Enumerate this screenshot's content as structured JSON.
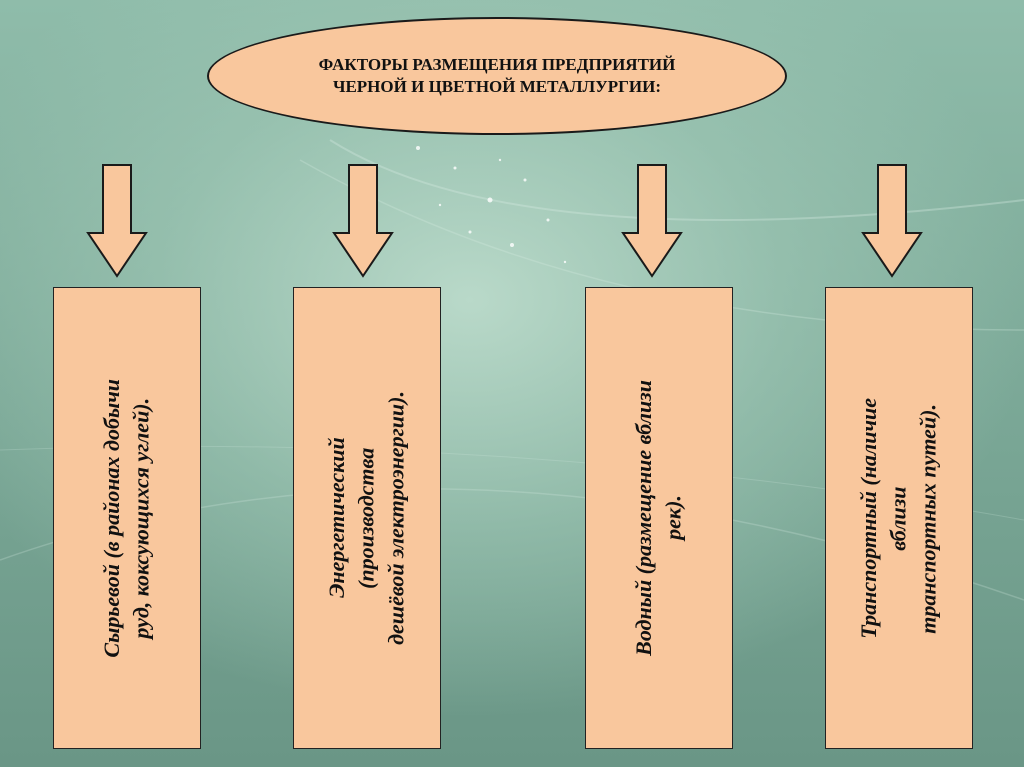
{
  "title": "ФАКТОРЫ РАЗМЕЩЕНИЯ ПРЕДПРИЯТИЙ\nЧЕРНОЙ И ЦВЕТНОЙ МЕТАЛЛУРГИИ:",
  "factors": [
    {
      "text": "Сырьевой (в районах добычи\nруд, коксующихся углей)."
    },
    {
      "text": "Энергетический\n(производства\nдешёвой электроэнергии)."
    },
    {
      "text": "Водный (размещение вблизи\nрек)."
    },
    {
      "text": "Транспортный (наличие\nвблизи\nтранспортных путей)."
    }
  ],
  "colors": {
    "fill": "#f9c79d",
    "stroke": "#1a1a1a",
    "background": "#8fbcaa"
  }
}
